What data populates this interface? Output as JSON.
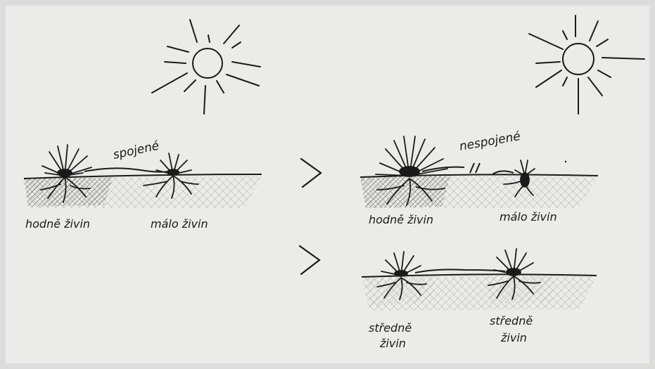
{
  "labels": {
    "connected": "spojené",
    "disconnected": "nespojené",
    "left_rich": "hodně živin",
    "left_poor": "málo živin",
    "right_top_rich": "hodně živin",
    "right_top_poor": "málo živin",
    "bottom_left_line1": "středně",
    "bottom_left_line2": "živin",
    "bottom_right_line1": "středně",
    "bottom_right_line2": "živin"
  },
  "colors": {
    "paper": "#ebebe9",
    "ink": "#1a1a1a"
  }
}
